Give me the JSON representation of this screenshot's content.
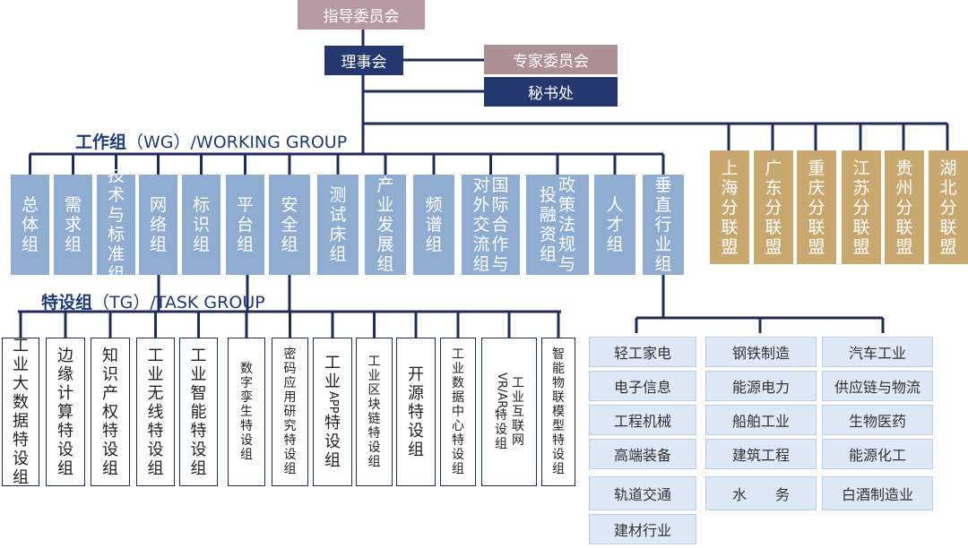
{
  "top": {
    "guidance": "指导委员会",
    "council": "理事会",
    "experts": "专家委员会",
    "secretariat": "秘书处"
  },
  "colors": {
    "guidance_bg": "#b69aa3",
    "council_bg": "#24376f",
    "experts_bg": "#ad8f96",
    "secretariat_bg": "#24376f",
    "working_group_bg": "#8fadd0",
    "alliance_bg": "#c9a870",
    "line": "#1f2b5c"
  },
  "wg_label": {
    "bold": "工作组",
    "rest": "（WG）/WORKING GROUP"
  },
  "tg_label": {
    "bold": "特设组",
    "rest": "（TG）/TASK GROUP"
  },
  "working_groups": [
    {
      "cols": [
        "总体组"
      ]
    },
    {
      "cols": [
        "需求组"
      ]
    },
    {
      "cols": [
        "技术与标准组"
      ]
    },
    {
      "cols": [
        "网络组"
      ]
    },
    {
      "cols": [
        "标识组"
      ]
    },
    {
      "cols": [
        "平台组"
      ]
    },
    {
      "cols": [
        "安全组"
      ]
    },
    {
      "cols": [
        "测试床组"
      ]
    },
    {
      "cols": [
        "产业发展组"
      ]
    },
    {
      "cols": [
        "频谱组"
      ]
    },
    {
      "cols": [
        "对外交流组",
        "国际合作与"
      ]
    },
    {
      "cols": [
        "投融资组",
        "政策法规与"
      ]
    },
    {
      "cols": [
        "人才组"
      ]
    },
    {
      "cols": [
        "垂直行业组"
      ]
    }
  ],
  "alliances": [
    "上海分联盟",
    "广东分联盟",
    "重庆分联盟",
    "江苏分联盟",
    "贵州分联盟",
    "湖北分联盟"
  ],
  "task_groups": [
    {
      "cols": [
        "工业大数据特设组"
      ],
      "small": false
    },
    {
      "cols": [
        "边缘计算特设组"
      ],
      "small": false
    },
    {
      "cols": [
        "知识产权特设组"
      ],
      "small": false
    },
    {
      "cols": [
        "工业无线特设组"
      ],
      "small": false
    },
    {
      "cols": [
        "工业智能特设组"
      ],
      "small": false
    },
    {
      "cols": [
        "数字孪生特设组"
      ],
      "small": true
    },
    {
      "cols": [
        "密码应用研究特设组"
      ],
      "small": true
    },
    {
      "cols": [
        "工业APP特设组"
      ],
      "small": false
    },
    {
      "cols": [
        "工业区块链特设组"
      ],
      "small": true
    },
    {
      "cols": [
        "开源特设组"
      ],
      "small": false
    },
    {
      "cols": [
        "工业数据中心特设组"
      ],
      "small": true
    },
    {
      "cols": [
        "VR/AR特设组",
        "工业互联网"
      ],
      "small": true
    },
    {
      "cols": [
        "智能物联模型特设组"
      ],
      "small": true
    }
  ],
  "industries": [
    [
      "轻工家电",
      "钢铁制造",
      "汽车工业"
    ],
    [
      "电子信息",
      "能源电力",
      "供应链与物流"
    ],
    [
      "工程机械",
      "船舶工业",
      "生物医药"
    ],
    [
      "高端装备",
      "建筑工程",
      "能源化工"
    ],
    [
      "轨道交通",
      "水　　务",
      "白酒制造业"
    ],
    [
      "建材行业"
    ]
  ]
}
